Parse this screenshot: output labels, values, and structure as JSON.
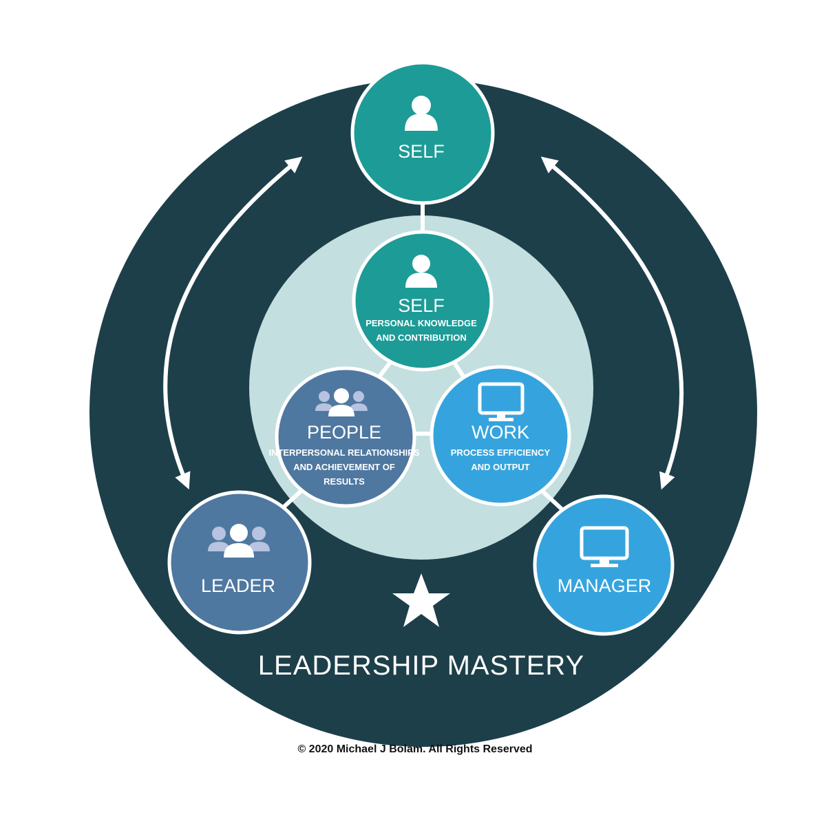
{
  "diagram": {
    "title": "LEADERSHIP MASTERY",
    "outer_nodes": {
      "self": "SELF",
      "leader": "LEADER",
      "manager": "MANAGER"
    },
    "inner_nodes": {
      "self": {
        "title": "SELF",
        "line1": "PERSONAL KNOWLEDGE",
        "line2": "AND CONTRIBUTION"
      },
      "people": {
        "title": "PEOPLE",
        "line1": "INTERPERSONAL RELATIONSHIPS",
        "line2": "AND ACHIEVEMENT OF",
        "line3": "RESULTS"
      },
      "work": {
        "title": "WORK",
        "line1": "PROCESS EFFICIENCY",
        "line2": "AND OUTPUT"
      }
    },
    "icons": {
      "self": "person-icon",
      "people": "people-group-icon",
      "work": "monitor-icon",
      "mastery": "star-icon"
    }
  },
  "colors": {
    "outer_ring": "#1d3f4a",
    "inner_zone": "#c4dfe0",
    "self": "#1d9b97",
    "people": "#4f78a0",
    "work": "#35a4de",
    "icon_soft": "#b7c3e0"
  },
  "footer": {
    "copyright": "© 2020 Michael J Bolam. All Rights Reserved"
  }
}
